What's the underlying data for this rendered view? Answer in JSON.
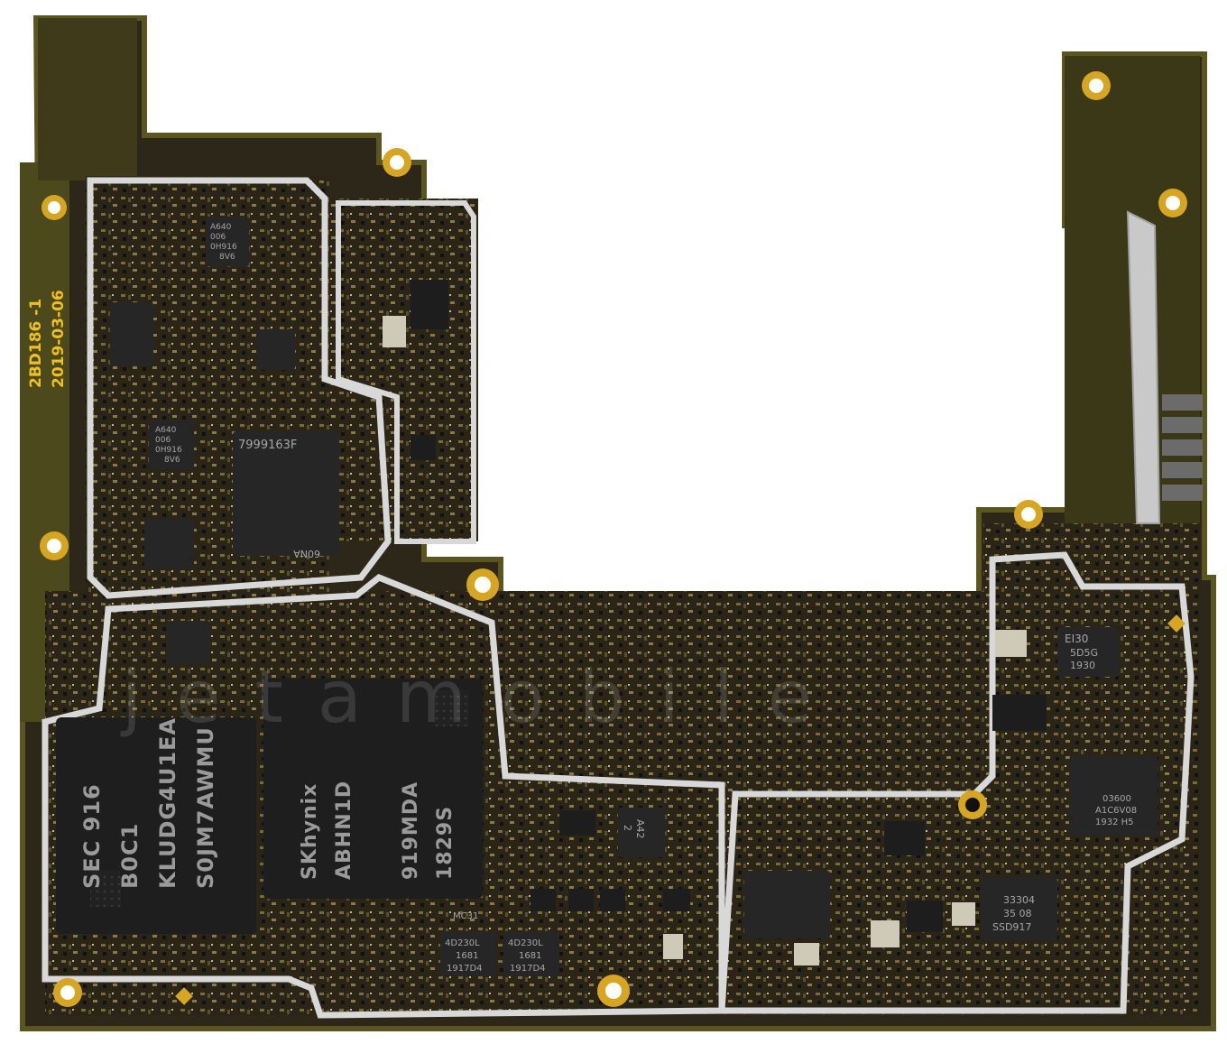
{
  "board": {
    "colors": {
      "pcb": "#2c2718",
      "pcb_edge": "#5b5520",
      "gold": "#d6a622",
      "shield": "#d8d8d8",
      "chip": "#1e1e1e",
      "silk": "#f0c020"
    },
    "silkscreen": {
      "part_id": "2BD186  -1",
      "date": "2019-03-06"
    },
    "watermark": "jetamobile",
    "chips": [
      {
        "id": "memory",
        "lines": [
          "SEC 916",
          "B0C1",
          "KLUDG4U1EA",
          "S0JM7AWMU"
        ]
      },
      {
        "id": "ram",
        "lines": [
          "SKhynix",
          "ABHN1D",
          "919MDA",
          "1829S"
        ]
      },
      {
        "id": "pmic-top",
        "lines": [
          "7999163F"
        ],
        "sub": "60NA"
      },
      {
        "id": "small-a640-1",
        "lines": [
          "A640",
          "006",
          "0H916",
          "8V6"
        ]
      },
      {
        "id": "small-a640-2",
        "lines": [
          "A640",
          "006",
          "0H916",
          "8V6"
        ]
      },
      {
        "id": "ei30",
        "lines": [
          "EI30",
          "5D5G",
          "1930"
        ]
      },
      {
        "id": "charger",
        "lines": [
          "03600",
          "A1C6V08",
          "1932 H5"
        ]
      },
      {
        "id": "nxp",
        "lines": [
          "33304",
          "35 08",
          "SSD917"
        ]
      },
      {
        "id": "4d230l-1",
        "lines": [
          "4D230L",
          "1681",
          "1917D4"
        ]
      },
      {
        "id": "4d230l-2",
        "lines": [
          "4D230L",
          "1681",
          "1917D4"
        ]
      },
      {
        "id": "a42",
        "lines": [
          "A42",
          "2"
        ]
      },
      {
        "id": "mc31",
        "lines": [
          "MC31"
        ]
      }
    ]
  }
}
